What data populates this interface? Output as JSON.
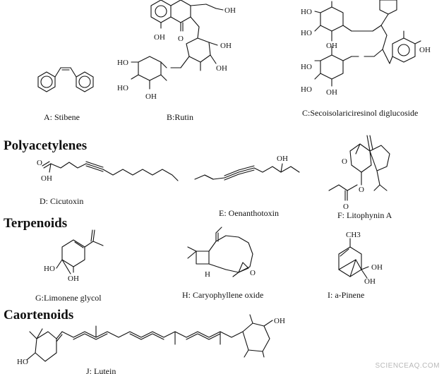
{
  "headings": {
    "polyacetylenes": "Polyacetylenes",
    "terpenoids": "Terpenoids",
    "carotenoids": "Caortenoids"
  },
  "compounds": {
    "a": "A: Stibene",
    "b": "B:Rutin",
    "c": "C:Secoisolariciresinol diglucoside",
    "d": "D: Cicutoxin",
    "e": "E: Oenanthotoxin",
    "f": "F: Litophynin A",
    "g": "G:Limonene glycol",
    "h": "H: Caryophyllene oxide",
    "i": "I: a-Pinene",
    "j": "J: Lutein"
  },
  "atom_labels": {
    "oh": "OH",
    "ho": "HO",
    "o": "O",
    "h": "H",
    "ch3": "CH3"
  },
  "watermark": "SCIENCEAQ.COM"
}
